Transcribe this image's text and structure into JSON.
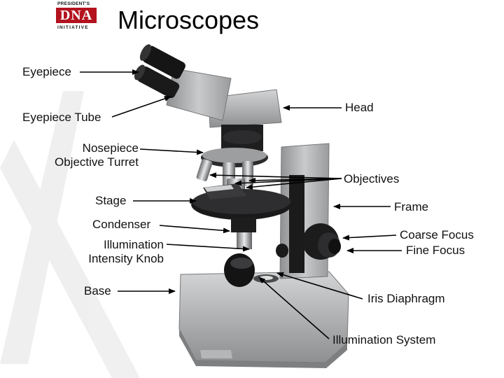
{
  "logo": {
    "top": "PRESIDENT'S",
    "mid": "DNA",
    "bottom": "INITIATIVE"
  },
  "slide": {
    "title": "Microscopes"
  },
  "labels": {
    "eyepiece": "Eyepiece",
    "eyepiece_tube": "Eyepiece Tube",
    "nosepiece": "Nosepiece",
    "objective_turret": "Objective Turret",
    "stage": "Stage",
    "condenser": "Condenser",
    "illumination": "Illumination",
    "intensity_knob": "Intensity Knob",
    "base": "Base",
    "head": "Head",
    "objectives": "Objectives",
    "frame": "Frame",
    "coarse_focus": "Coarse Focus",
    "fine_focus": "Fine Focus",
    "iris_diaphragm": "Iris Diaphragm",
    "illumination_system": "Illumination System"
  }
}
